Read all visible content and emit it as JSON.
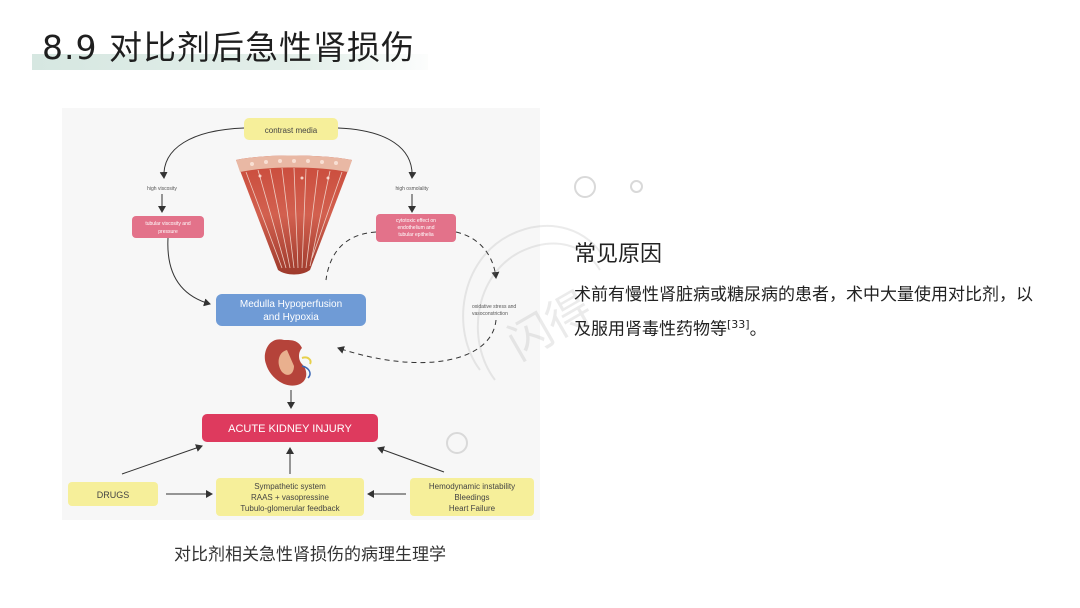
{
  "page": {
    "title": "8.9 对比剂后急性肾损伤"
  },
  "diagram": {
    "contrast_media": "contrast media",
    "high_viscosity": "high viscosity",
    "high_osmolality": "high osmolality",
    "tubular_viscosity": [
      "tubular viscosity and",
      "pressure"
    ],
    "cytotoxic": [
      "cytotoxic effect on",
      "endothelium and",
      "tubular epithelia"
    ],
    "medulla": [
      "Medulla Hypoperfusion",
      "and Hypoxia"
    ],
    "oxidative": [
      "oxidative stress and",
      "vasoconstriction"
    ],
    "aki": "ACUTE KIDNEY INJURY",
    "drugs": "DRUGS",
    "sympathetic": [
      "Sympathetic system",
      "RAAS + vasopressine",
      "Tubulo-glomerular feedback"
    ],
    "hemodynamic": [
      "Hemodynamic instability",
      "Bleedings",
      "Heart Failure"
    ],
    "colors": {
      "yellow": "#f6ef9a",
      "pink": "#e3728a",
      "blue": "#6f9bd6",
      "aki": "#de3a5e"
    }
  },
  "caption": "对比剂相关急性肾损伤的病理生理学",
  "section": {
    "title": "常见原因",
    "body": "术前有慢性肾脏病或糖尿病的患者，术中大量使用对比剂，以及服用肾毒性药物等",
    "citation": "[33]",
    "end_punct": "。"
  },
  "watermark": {
    "text": "闪得"
  }
}
